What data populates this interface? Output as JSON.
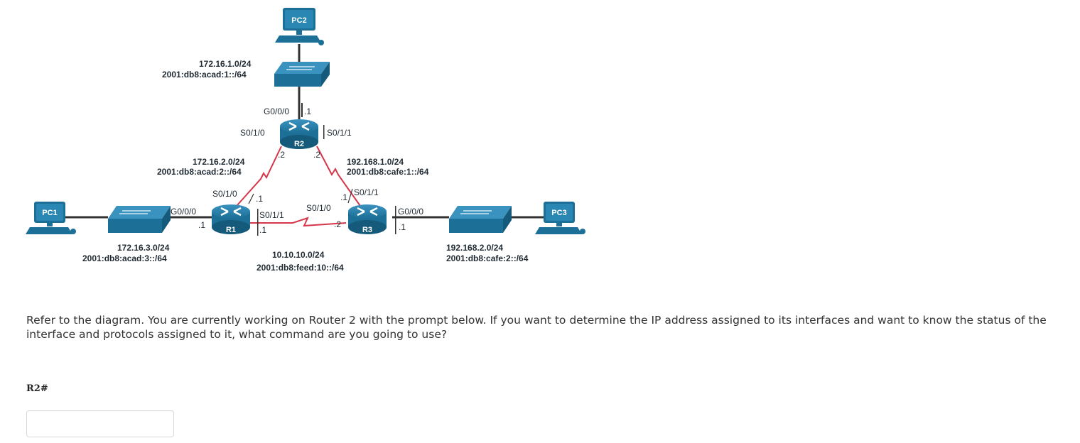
{
  "devices": {
    "pc1": "PC1",
    "pc2": "PC2",
    "pc3": "PC3",
    "r1": "R1",
    "r2": "R2",
    "r3": "R3"
  },
  "networks": {
    "lan_r2_v4": "172.16.1.0/24",
    "lan_r2_v6": "2001:db8:acad:1::/64",
    "r1_r2_v4": "172.16.2.0/24",
    "r1_r2_v6": "2001:db8:acad:2::/64",
    "r2_r3_v4": "192.168.1.0/24",
    "r2_r3_v6": "2001:db8:cafe:1::/64",
    "lan_r1_v4": "172.16.3.0/24",
    "lan_r1_v6": "2001:db8:acad:3::/64",
    "r1_r3_v4": "10.10.10.0/24",
    "r1_r3_v6": "2001:db8:feed:10::/64",
    "lan_r3_v4": "192.168.2.0/24",
    "lan_r3_v6": "2001:db8:cafe:2::/64"
  },
  "interfaces": {
    "r2_g000": "G0/0/0",
    "r2_g000_host": ".1",
    "r2_s010": "S0/1/0",
    "r2_s011": "S0/1/1",
    "r2_s010_host": ".2",
    "r2_s011_host": ".2",
    "r1_s010": "S0/1/0",
    "r1_s010_host": ".1",
    "r1_g000": "G0/0/0",
    "r1_g000_host": ".1",
    "r1_s011": "S0/1/1",
    "r1_s011_host": ".1",
    "r3_s011": "S0/1/1",
    "r3_s011_host": ".1",
    "r3_s010": "S0/1/0",
    "r3_s010_host": ".2",
    "r3_g000": "G0/0/0",
    "r3_g000_host": ".1"
  },
  "question": {
    "text": "Refer to the diagram. You are currently working on Router 2 with the prompt below. If you want to determine the IP address assigned to its interfaces and want to know the status of the interface and protocols assigned to it, what command are you going to use?",
    "prompt": "R2#",
    "answer_value": ""
  },
  "colors": {
    "device": "#1c6f96",
    "ethernet_link": "#333333",
    "serial_link": "#d6364a"
  }
}
